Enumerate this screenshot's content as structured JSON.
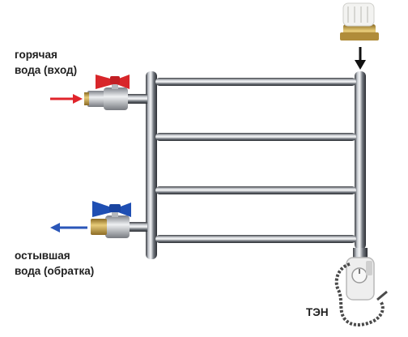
{
  "labels": {
    "hot_water_line1": "горячая",
    "hot_water_line2": "вода (вход)",
    "cold_water_line1": "остывшая",
    "cold_water_line2": "вода (обратка)",
    "heater": "ТЭН"
  },
  "colors": {
    "hot_arrow": "#e0242b",
    "cold_arrow": "#2a56b8",
    "hot_valve_handle": "#d8262a",
    "cold_valve_handle": "#1f4fb3",
    "chrome": "#9aa0a8",
    "brass": "#c9a24a",
    "black_arrow": "#111111"
  },
  "icons": {
    "hot_arrow": "arrow-right-icon",
    "cold_arrow": "arrow-left-icon",
    "down_arrow": "arrow-down-icon"
  },
  "rungs": 4
}
